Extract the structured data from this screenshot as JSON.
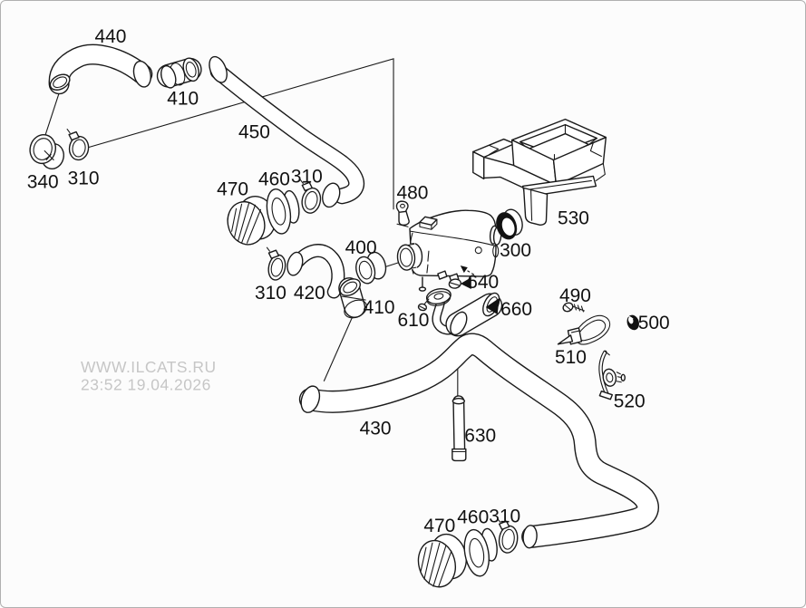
{
  "diagram": {
    "watermark": {
      "line1": "WWW.ILCATS.RU",
      "line2": "23:52 19.04.2026"
    },
    "colors": {
      "background": "#fcfcfc",
      "line": "#1a1a1a",
      "label": "#111111",
      "watermark": "#c6c6c6",
      "border": "#b0b0b0"
    },
    "labels": [
      {
        "text": "440"
      },
      {
        "text": "410"
      },
      {
        "text": "450"
      },
      {
        "text": "340"
      },
      {
        "text": "310"
      },
      {
        "text": "470"
      },
      {
        "text": "460"
      },
      {
        "text": "310"
      },
      {
        "text": "480"
      },
      {
        "text": "530"
      },
      {
        "text": "300"
      },
      {
        "text": "400"
      },
      {
        "text": "310"
      },
      {
        "text": "420"
      },
      {
        "text": "410"
      },
      {
        "text": "640"
      },
      {
        "text": "610"
      },
      {
        "text": "660"
      },
      {
        "text": "490"
      },
      {
        "text": "500"
      },
      {
        "text": "510"
      },
      {
        "text": "520"
      },
      {
        "text": "430"
      },
      {
        "text": "630"
      },
      {
        "text": "470"
      },
      {
        "text": "460"
      },
      {
        "text": "310"
      }
    ]
  }
}
